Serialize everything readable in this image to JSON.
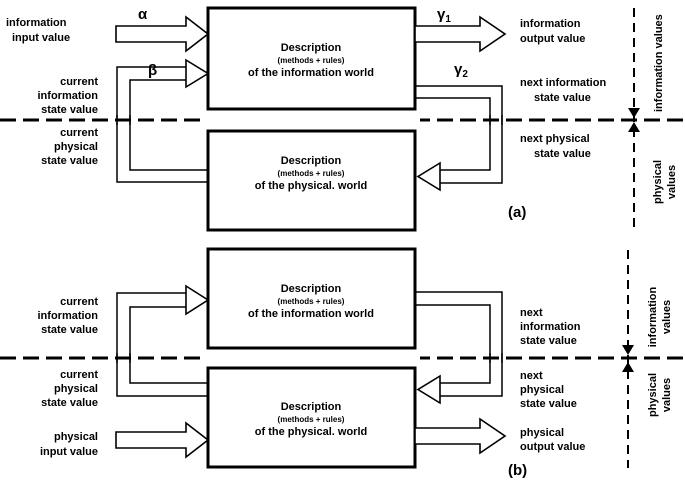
{
  "panel_a": {
    "label": "(a)",
    "info_box": {
      "title": "Description",
      "sub": "(methods + rules)",
      "line3": "of the information world"
    },
    "phys_box": {
      "title": "Description",
      "sub": "(methods + rules)",
      "line3": "of the physical. world"
    },
    "left_labels": {
      "info_input": [
        "information",
        "input value"
      ],
      "current_info_state": [
        "current",
        "information",
        "state value"
      ],
      "current_phys_state": [
        "current",
        "physical",
        "state value"
      ]
    },
    "right_labels": {
      "info_output": [
        "information",
        "output value"
      ],
      "next_info_state": [
        "next information",
        "state value"
      ],
      "next_phys_state": [
        "next physical",
        "state value"
      ]
    },
    "greek": {
      "alpha": "α",
      "beta": "β",
      "gamma": "γ",
      "gamma1_sub": "1",
      "gamma2_sub": "2"
    },
    "side_labels": {
      "info_values": "information values",
      "phys_values": [
        "physical",
        "values"
      ]
    }
  },
  "panel_b": {
    "label": "(b)",
    "info_box": {
      "title": "Description",
      "sub": "(methods + rules)",
      "line3": "of the information world"
    },
    "phys_box": {
      "title": "Description",
      "sub": "(methods + rules)",
      "line3": "of the physical. world"
    },
    "left_labels": {
      "current_info_state": [
        "current",
        "information",
        "state value"
      ],
      "current_phys_state": [
        "current",
        "physical",
        "state value"
      ],
      "phys_input": [
        "physical",
        "input value"
      ]
    },
    "right_labels": {
      "next_info_state": [
        "next",
        "information",
        "state value"
      ],
      "next_phys_state": [
        "next",
        "physical",
        "state value"
      ],
      "phys_output": [
        "physical",
        "output value"
      ]
    },
    "side_labels": {
      "info_values": [
        "information",
        "values"
      ],
      "phys_values": [
        "physical",
        "values"
      ]
    }
  }
}
